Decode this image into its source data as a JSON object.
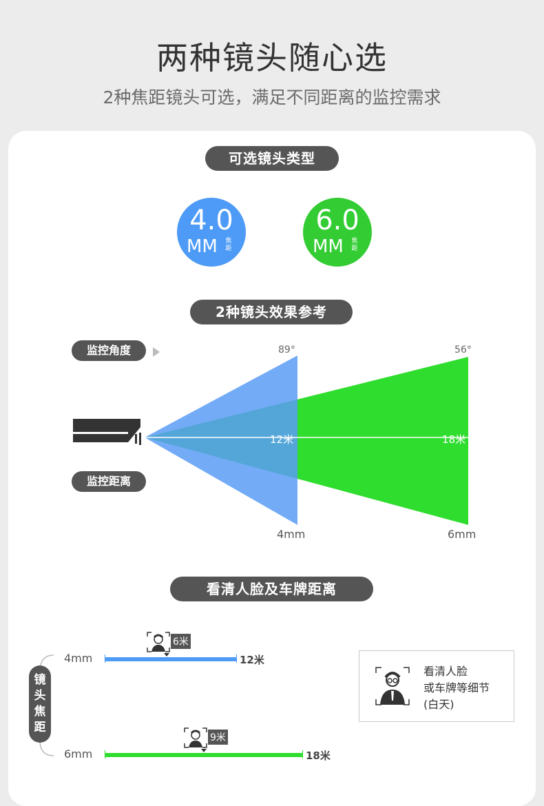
{
  "header": {
    "title": "两种镜头随心选",
    "subtitle": "2种焦距镜头可选，满足不同距离的监控需求"
  },
  "section1": {
    "label": "可选镜头类型",
    "lenses": [
      {
        "value": "4.0",
        "unit": "MM",
        "unit_note": "焦距",
        "color": "#4d9bf6"
      },
      {
        "value": "6.0",
        "unit": "MM",
        "unit_note": "焦距",
        "color": "#33cc33"
      }
    ]
  },
  "section2": {
    "label": "2种镜头效果参考",
    "angle_label": "监控角度",
    "distance_label": "监控距离",
    "lens_4mm": {
      "angle": "89°",
      "distance": "12米",
      "name": "4mm",
      "color": "#5b9cf6"
    },
    "lens_6mm": {
      "angle": "56°",
      "distance": "18米",
      "name": "6mm",
      "color": "#2fdd2f"
    }
  },
  "section3": {
    "label": "看清人脸及车牌距离",
    "axis_label": "镜头焦距",
    "rows": [
      {
        "lens": "4mm",
        "face_distance": "6米",
        "max_distance": "12米",
        "face_fraction": 0.5,
        "color": "#4d9bf6"
      },
      {
        "lens": "6mm",
        "face_distance": "9米",
        "max_distance": "18米",
        "face_fraction": 0.5,
        "color": "#2fdd2f"
      }
    ],
    "legend": {
      "line1": "看清人脸",
      "line2": "或车牌等细节",
      "line3": "(白天)"
    }
  }
}
